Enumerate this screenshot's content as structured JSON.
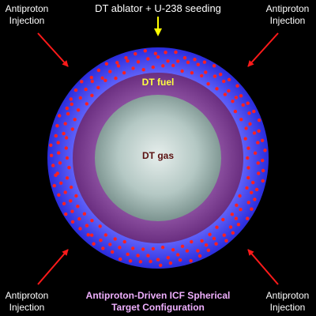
{
  "labels": {
    "top": "DT ablator + U-238 seeding",
    "fuel": "DT fuel",
    "gas": "DT gas",
    "corner": [
      "Antiproton",
      "Injection"
    ],
    "caption": [
      "Antiproton-Driven ICF Spherical",
      "Target Configuration"
    ]
  },
  "colors": {
    "background": "#000000",
    "ablator": "#3a3cf0",
    "fuel": "#7a3d90",
    "gas": "#9fb5b0",
    "seeding_dots": "#ff2020",
    "injection_arrows": "#ff1a1a",
    "top_arrow": "#ffff00",
    "fuel_label": "#ffff40",
    "gas_label": "#5a1010",
    "caption": "#f0b0ff",
    "text": "#ffffff"
  }
}
